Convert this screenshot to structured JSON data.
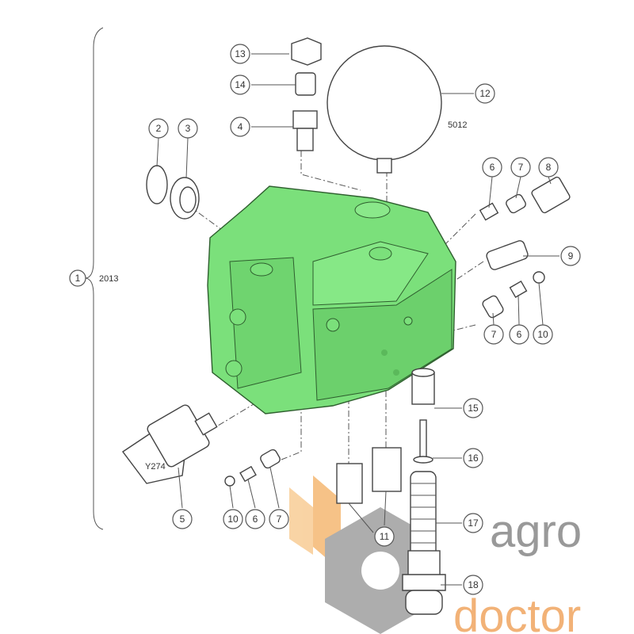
{
  "diagram": {
    "title": "Hydraulic valve block assembly exploded view",
    "assembly": {
      "callout": "1",
      "code": "2013"
    },
    "callouts": {
      "c2": "2",
      "c3": "3",
      "c4": "4",
      "c5": "5",
      "c6a": "6",
      "c6b": "6",
      "c6c": "6",
      "c7a": "7",
      "c7b": "7",
      "c7c": "7",
      "c8": "8",
      "c9": "9",
      "c10a": "10",
      "c10b": "10",
      "c11": "11",
      "c12": "12",
      "c13": "13",
      "c14": "14",
      "c15": "15",
      "c16": "16",
      "c17": "17",
      "c18": "18"
    },
    "accumulator_code": "5012",
    "solenoid_code": "Y274",
    "colors": {
      "block": "#7be07b",
      "watermark_grey": "#888888",
      "watermark_orange": "#f0a560"
    }
  },
  "watermark": {
    "line1": "agro",
    "line2": "doctor"
  }
}
